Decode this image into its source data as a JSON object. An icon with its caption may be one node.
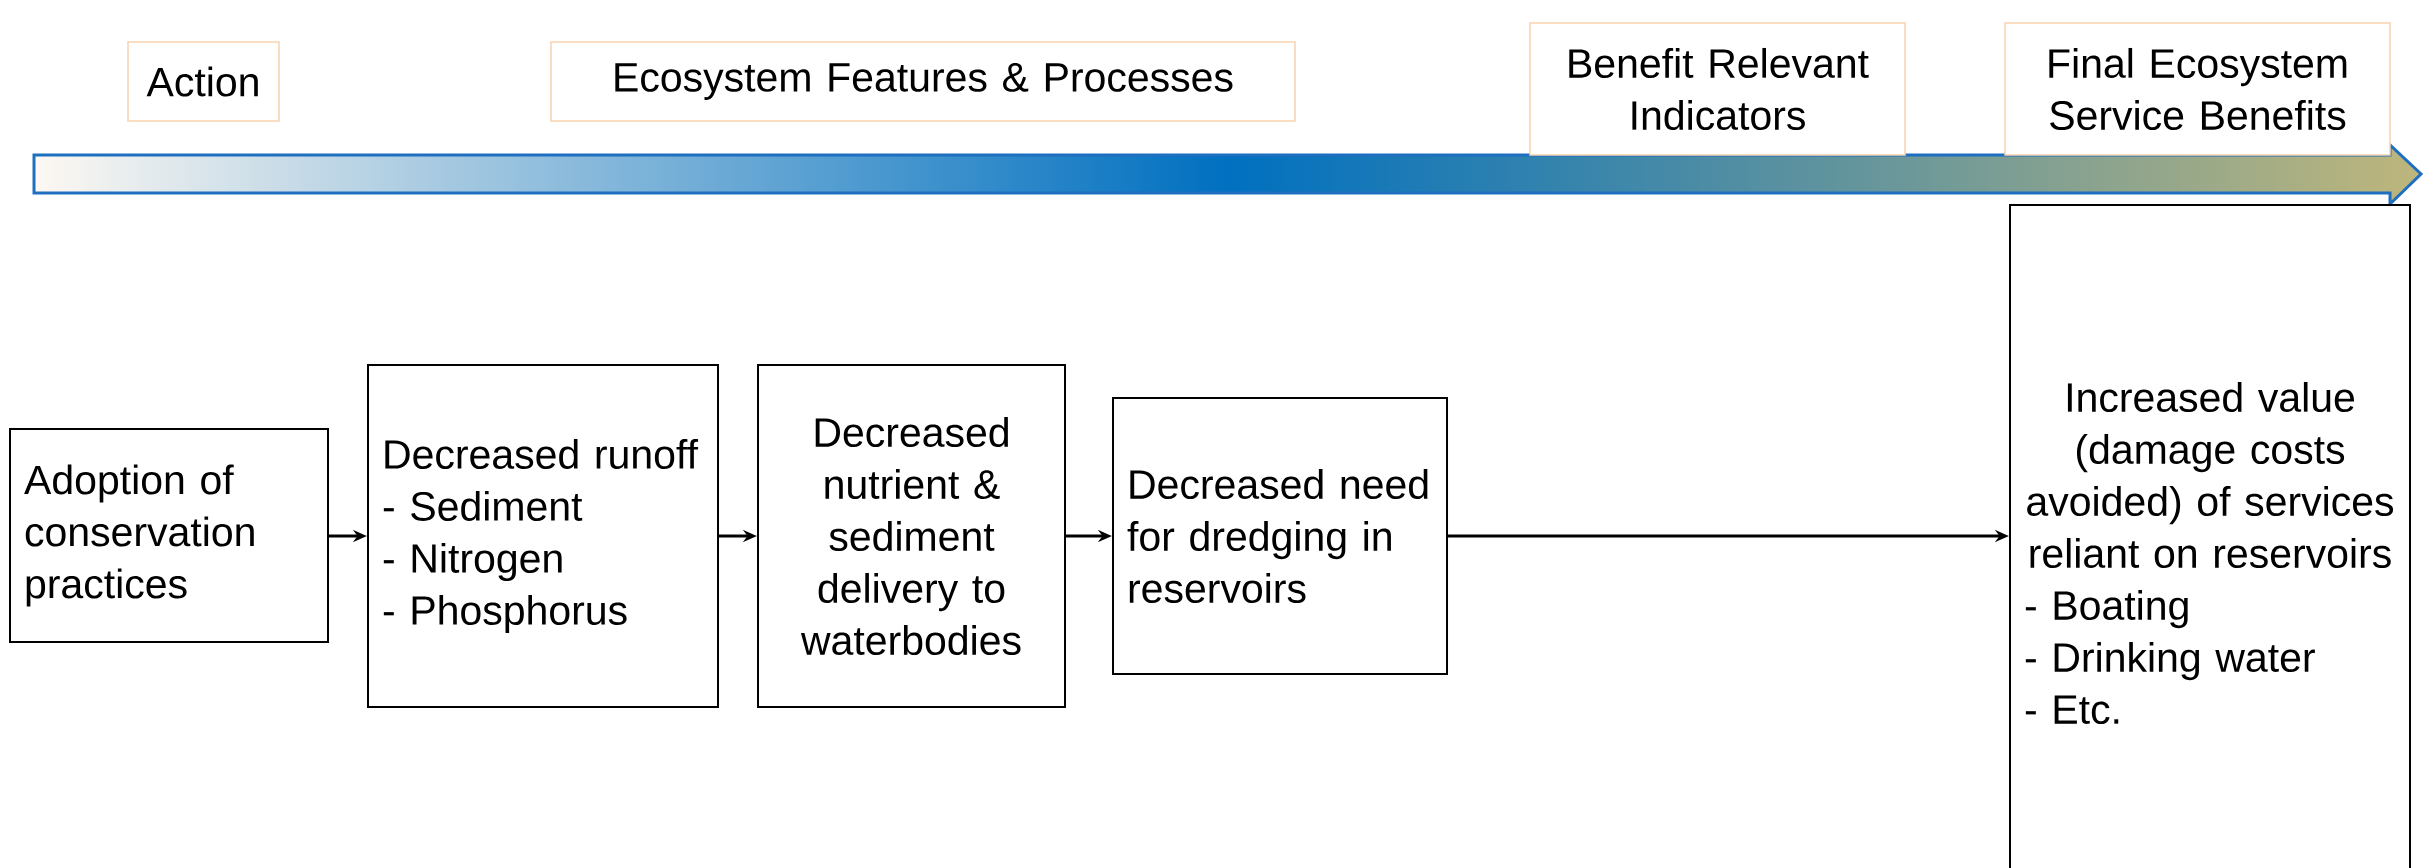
{
  "diagram": {
    "nodes": [
      {
        "text": [
          "Action"
        ]
      },
      {
        "text": [
          "Ecosystem Features & Processes"
        ]
      },
      {
        "text": [
          "Benefit Relevant Indicators"
        ]
      },
      {
        "text": [
          "Final Ecosystem Service Benefits"
        ]
      },
      {
        "text": [
          "Adoption of conservation practices"
        ]
      },
      {
        "text": [
          "Decreased runoff",
          "- Sediment",
          "- Nitrogen",
          "- Phosphorus"
        ]
      },
      {
        "text": [
          "Decreased nutrient & sediment delivery to waterbodies"
        ]
      },
      {
        "text": [
          "Decreased need for dredging in reservoirs"
        ]
      },
      {
        "text": [
          "Increased value (damage costs avoided) of services reliant on reservoirs",
          "- Boating",
          "- Drinking water",
          "- Etc."
        ]
      }
    ],
    "edges": [
      {
        "from": 4,
        "to": 5,
        "arrow": "to"
      },
      {
        "from": 5,
        "to": 6,
        "arrow": "to"
      },
      {
        "from": 6,
        "to": 7,
        "arrow": "to"
      },
      {
        "from": 7,
        "to": 8,
        "arrow": "to"
      }
    ]
  }
}
